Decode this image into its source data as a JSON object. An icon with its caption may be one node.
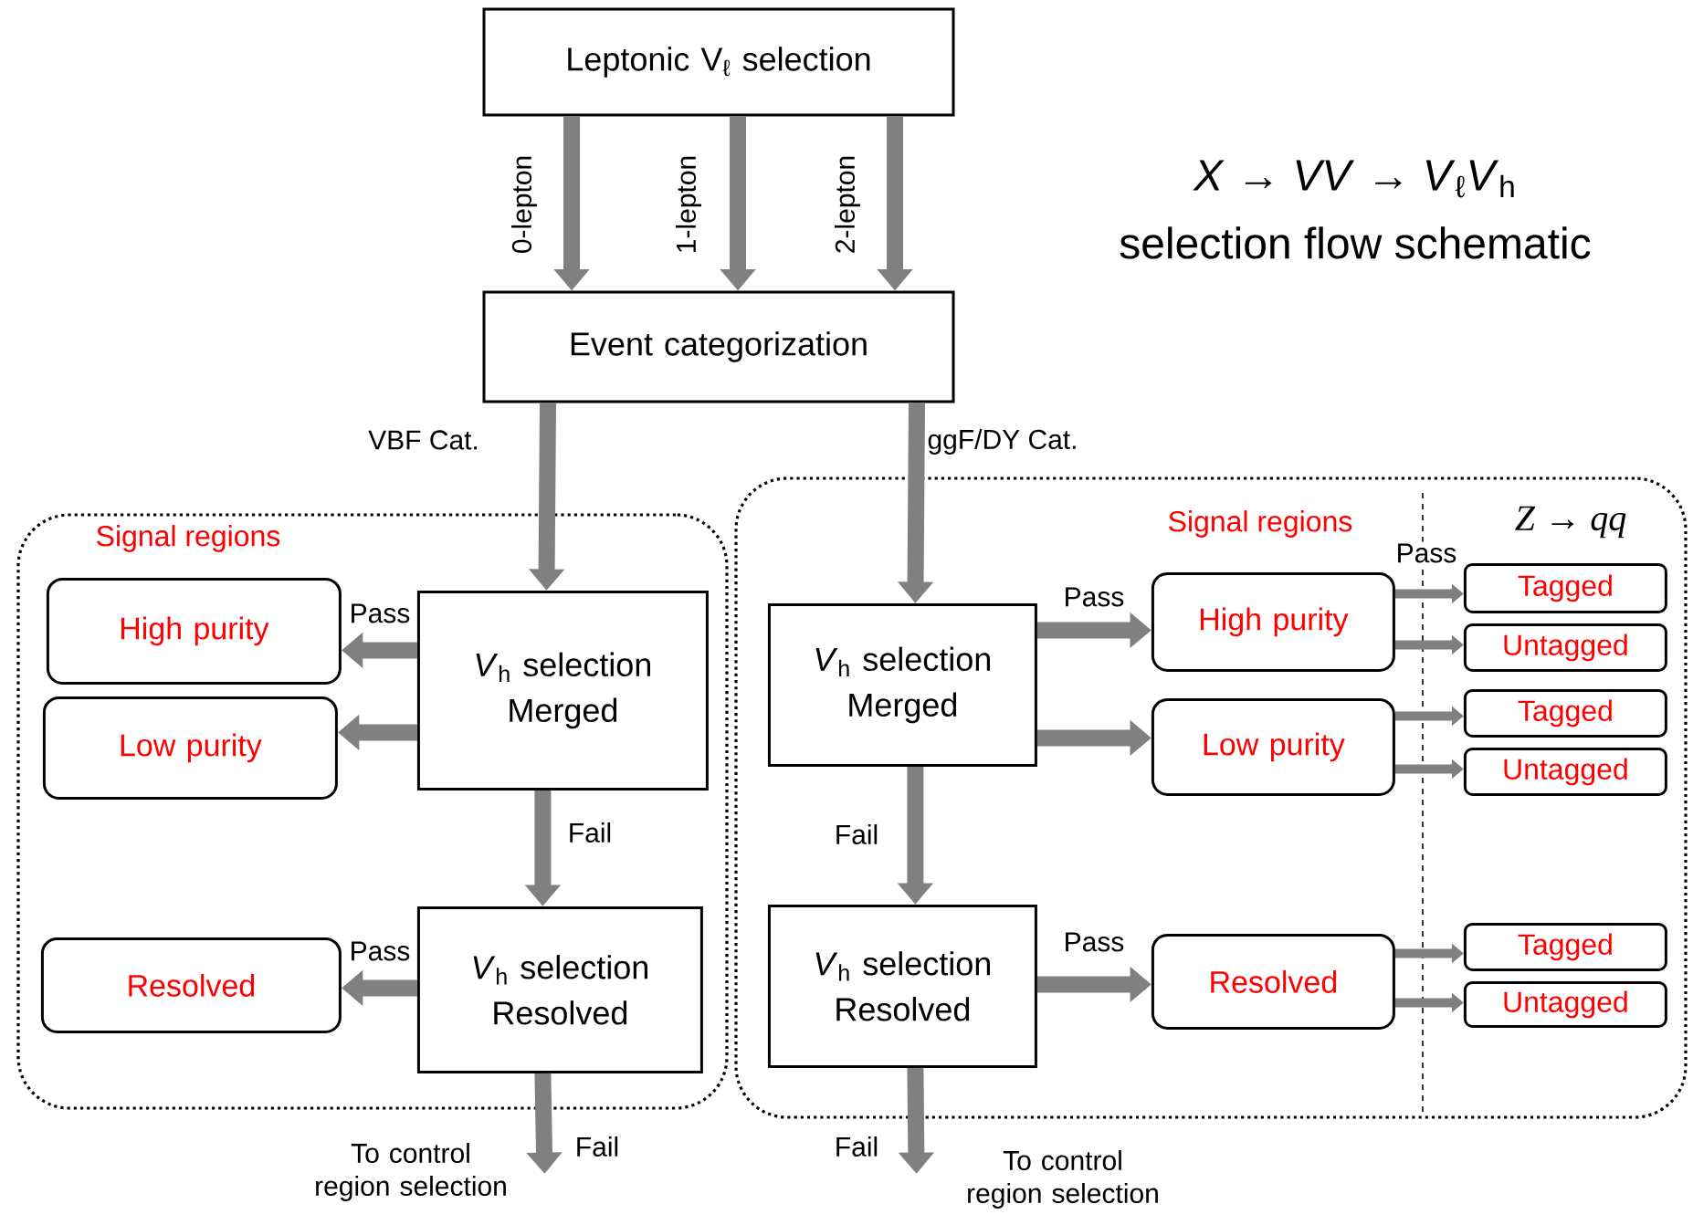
{
  "diagram": {
    "title": "*X* → *VV* → *V*$_{ℓ}$*V*$_{h}$",
    "nodes": [
      {
        "text": [
          "Leptonic V$_{ℓ}$ selection"
        ]
      },
      {
        "text": [
          "Event categorization"
        ]
      },
      {
        "text": [
          "Signal regions"
        ]
      },
      {
        "text": [
          "*V*$_{h}$ selection Merged"
        ],
        "in": 2
      },
      {
        "text": [
          "High purity"
        ],
        "in": 2
      },
      {
        "text": [
          "Low purity"
        ],
        "in": 2
      },
      {
        "text": [
          "*V*$_{h}$ selection Resolved"
        ],
        "in": 2
      },
      {
        "text": [
          "Resolved"
        ],
        "in": 2
      },
      {
        "text": [
          "Signal regions"
        ]
      },
      {
        "text": [
          "*V*$_{h}$ selection Merged"
        ],
        "in": 8
      },
      {
        "text": [
          "High purity"
        ],
        "in": 8
      },
      {
        "text": [
          "Low purity"
        ],
        "in": 8
      },
      {
        "text": [
          "*V*$_{h}$ selection Resolved"
        ],
        "in": 8
      },
      {
        "text": [
          "Resolved"
        ],
        "in": 8
      },
      {
        "text": [
          "Tagged"
        ],
        "in": 8
      },
      {
        "text": [
          "Untagged"
        ],
        "in": 8
      },
      {
        "text": [
          "Tagged"
        ],
        "in": 8
      },
      {
        "text": [
          "Untagged"
        ],
        "in": 8
      },
      {
        "text": [
          "Tagged"
        ],
        "in": 8
      },
      {
        "text": [
          "Untagged"
        ],
        "in": 8
      },
      {
        "text": [
          "To control region selection"
        ]
      },
      {
        "text": [
          "To control region selection"
        ]
      }
    ],
    "edges": [
      {
        "from": 0,
        "to": 1,
        "arrow": "to",
        "label": "0-lepton"
      },
      {
        "from": 0,
        "to": 1,
        "arrow": "to",
        "label": "1-lepton"
      },
      {
        "from": 0,
        "to": 1,
        "arrow": "to",
        "label": "2-lepton"
      },
      {
        "from": 1,
        "to": 3,
        "arrow": "to",
        "label": "VBF Cat."
      },
      {
        "from": 3,
        "to": 4,
        "arrow": "to",
        "label": "Pass"
      },
      {
        "from": 3,
        "to": 5,
        "arrow": "to"
      },
      {
        "from": 3,
        "to": 6,
        "arrow": "to",
        "label": "Fail"
      },
      {
        "from": 6,
        "to": 7,
        "arrow": "to",
        "label": "Pass"
      },
      {
        "from": 6,
        "to": 20,
        "arrow": "to",
        "label": "Fail"
      },
      {
        "from": 1,
        "to": 9,
        "arrow": "to",
        "label": "ggF/DY Cat."
      },
      {
        "from": 9,
        "to": 10,
        "arrow": "to",
        "label": "Pass"
      },
      {
        "from": 9,
        "to": 11,
        "arrow": "to"
      },
      {
        "from": 9,
        "to": 12,
        "arrow": "to",
        "label": "Fail"
      },
      {
        "from": 12,
        "to": 13,
        "arrow": "to",
        "label": "Pass"
      },
      {
        "from": 12,
        "to": 21,
        "arrow": "to",
        "label": "Fail"
      },
      {
        "from": 10,
        "to": 14,
        "arrow": "to",
        "label": "Pass"
      },
      {
        "from": 10,
        "to": 15,
        "arrow": "to"
      },
      {
        "from": 11,
        "to": 16,
        "arrow": "to"
      },
      {
        "from": 11,
        "to": 17,
        "arrow": "to"
      },
      {
        "from": 13,
        "to": 18,
        "arrow": "to"
      },
      {
        "from": 13,
        "to": 19,
        "arrow": "to"
      }
    ],
    "labels": [
      "selection flow schematic",
      "*Z* → *qq*"
    ]
  }
}
